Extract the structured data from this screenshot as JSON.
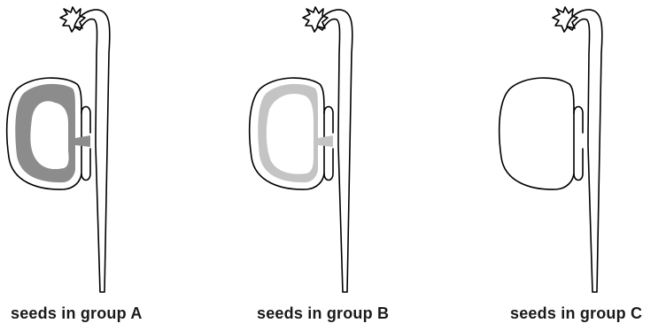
{
  "diagram": {
    "seeds": [
      {
        "id": "a",
        "caption": "seeds in group A",
        "ring_color": "#8c8c8c"
      },
      {
        "id": "b",
        "caption": "seeds in group B",
        "ring_color": "#c4c4c4"
      },
      {
        "id": "c",
        "caption": "seeds in group C",
        "ring_color": "#ffffff"
      }
    ]
  }
}
